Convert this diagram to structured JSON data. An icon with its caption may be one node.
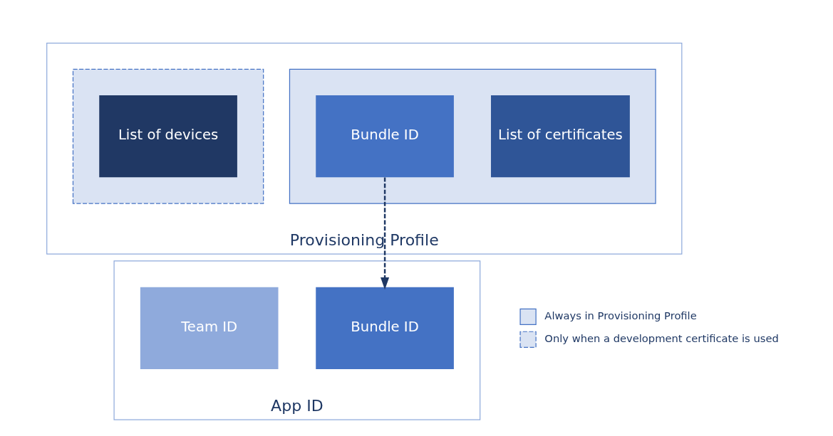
{
  "diagram": {
    "nodes": [
      {
        "text": [
          "Provisioning Profile"
        ]
      },
      {
        "text": [],
        "shape": "box",
        "in": 0
      },
      {
        "text": [],
        "shape": "box",
        "in": 0
      },
      {
        "text": [
          "Bundle ID"
        ],
        "in": 1
      },
      {
        "text": [
          "List of certificates"
        ],
        "in": 1
      },
      {
        "text": [
          "List of devices"
        ],
        "in": 2
      },
      {
        "text": [
          "App ID"
        ]
      },
      {
        "text": [
          "Team ID"
        ],
        "in": 6
      },
      {
        "text": [
          "Bundle ID"
        ],
        "in": 6
      }
    ],
    "edges": [
      {
        "from": 3,
        "to": 8,
        "arrow": "to",
        "style": "dashed"
      }
    ],
    "legend": [
      {
        "text": "Always in Provisioning Profile",
        "color": "#dae3f3"
      },
      {
        "text": "Only when a development certificate is used"
      }
    ]
  }
}
